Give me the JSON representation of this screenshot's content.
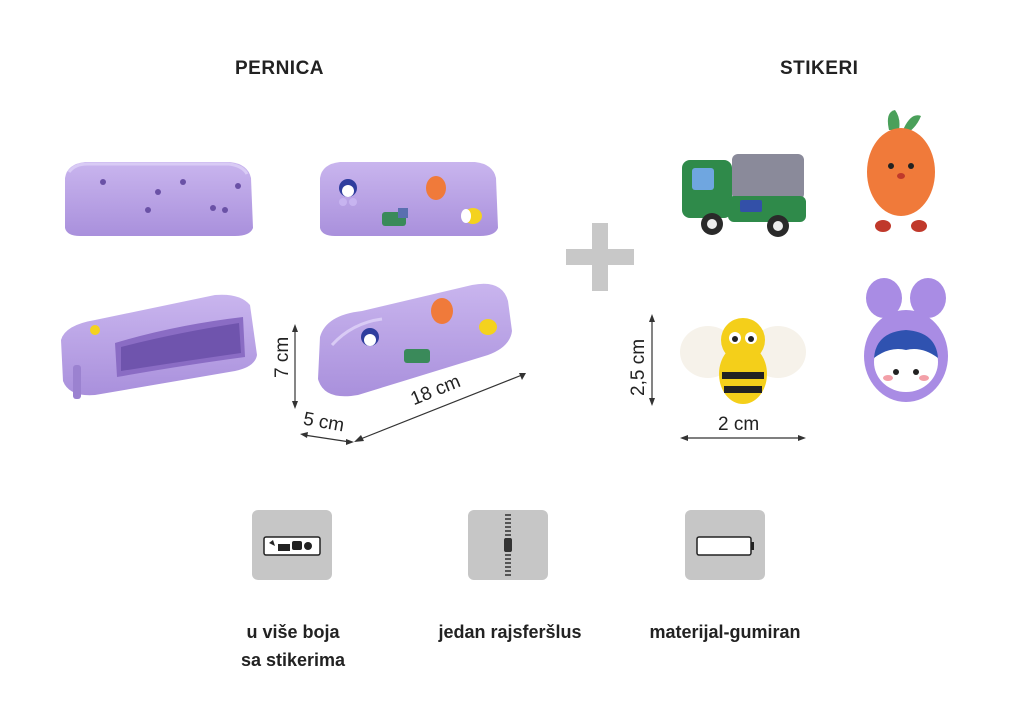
{
  "headings": {
    "left": "PERNICA",
    "right": "STIKERI"
  },
  "dimensions": {
    "height": "7 cm",
    "depth": "5 cm",
    "length": "18 cm",
    "sticker_height": "2,5 cm",
    "sticker_width": "2 cm"
  },
  "features": [
    {
      "icon": "stickers-icon",
      "line1": "u više boja",
      "line2": "sa stikerima"
    },
    {
      "icon": "zipper-icon",
      "line1": "jedan rajsferšlus",
      "line2": ""
    },
    {
      "icon": "material-icon",
      "line1": "materijal-gumiran",
      "line2": ""
    }
  ],
  "colors": {
    "case": "#b9a2e6",
    "case_dark": "#9b82d0",
    "plus": "#c8c8c8",
    "icon_bg": "#c6c6c6"
  }
}
